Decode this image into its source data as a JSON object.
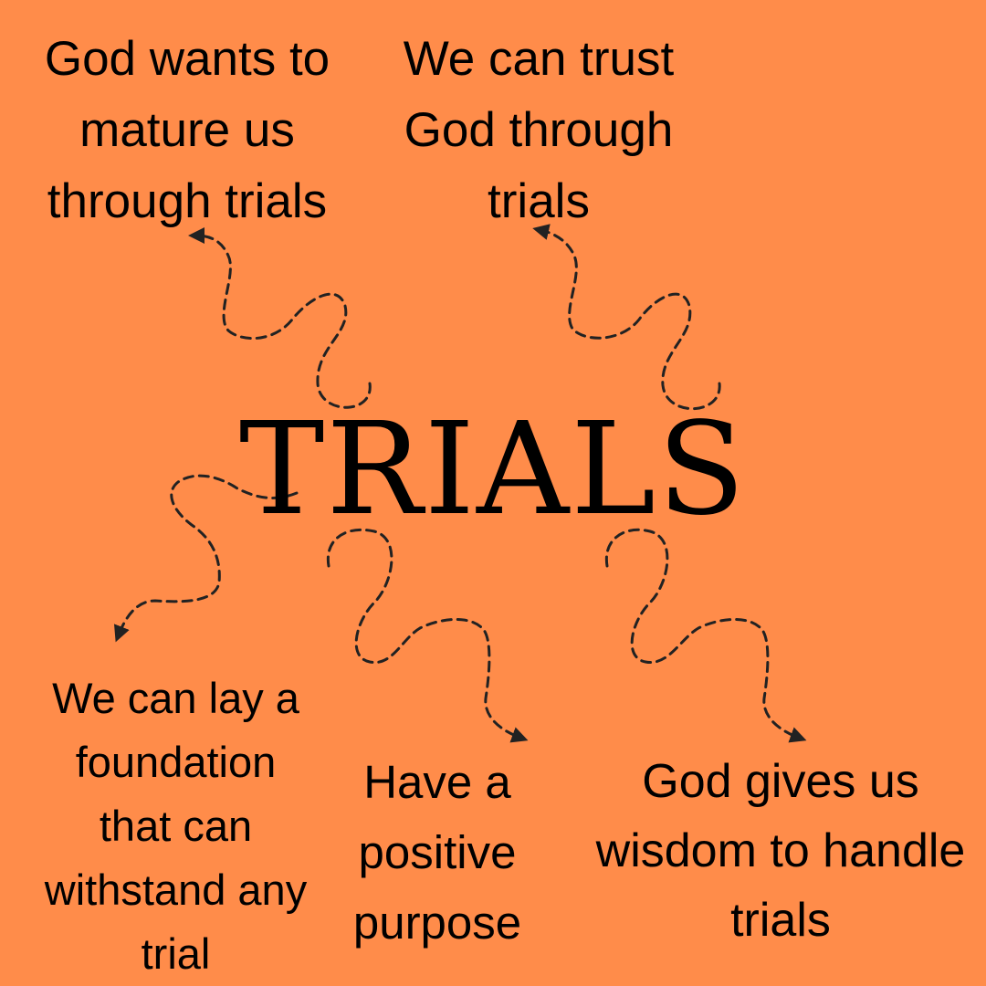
{
  "diagram": {
    "center_label": "TRIALS",
    "background": "#FF8C4A",
    "connector_color": "#222222",
    "connector_style": "dashed-wavy-arrow",
    "nodes": [
      {
        "id": "n1",
        "lines": [
          "God wants to",
          "mature us",
          "through trials"
        ]
      },
      {
        "id": "n2",
        "lines": [
          "We can trust",
          "God through",
          "trials"
        ]
      },
      {
        "id": "n3",
        "lines": [
          "We can lay a",
          "foundation",
          "that can",
          "withstand any",
          "trial"
        ]
      },
      {
        "id": "n4",
        "lines": [
          "Have a",
          "positive",
          "purpose"
        ]
      },
      {
        "id": "n5",
        "lines": [
          "God gives us",
          "wisdom to handle",
          "trials"
        ]
      }
    ]
  }
}
